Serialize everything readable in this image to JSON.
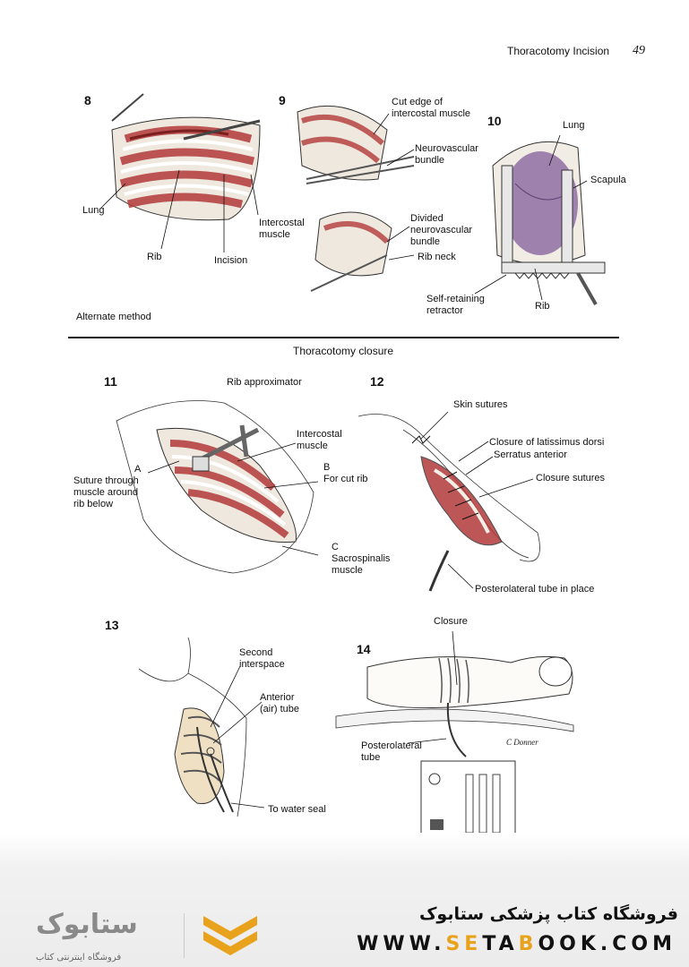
{
  "header": {
    "title": "Thoracotomy Incision",
    "page_number": "49"
  },
  "figures": {
    "fig8": {
      "number": "8",
      "labels": {
        "lung": "Lung",
        "rib": "Rib",
        "incision": "Incision",
        "intercostal": "Intercostal\nmuscle"
      },
      "caption": "Alternate method"
    },
    "fig9": {
      "number": "9",
      "labels": {
        "cut_edge": "Cut edge of\nintercostal muscle",
        "neurovascular": "Neurovascular\nbundle",
        "divided": "Divided\nneurovascular\nbundle",
        "rib_neck": "Rib neck"
      }
    },
    "fig10": {
      "number": "10",
      "labels": {
        "lung": "Lung",
        "scapula": "Scapula",
        "retractor": "Self-retaining\nretractor",
        "rib": "Rib"
      }
    },
    "section_title": "Thoracotomy closure",
    "fig11": {
      "number": "11",
      "labels": {
        "rib_approx": "Rib approximator",
        "intercostal": "Intercostal\nmuscle",
        "a": "A",
        "suture": "Suture through\nmuscle around\nrib below",
        "b": "B",
        "for_cut_rib": "For cut rib",
        "c": "C",
        "sacrospinalis": "Sacrospinalis\nmuscle"
      }
    },
    "fig12": {
      "number": "12",
      "labels": {
        "skin_sutures": "Skin sutures",
        "latissimus": "Closure of latissimus dorsi",
        "serratus": "Serratus anterior",
        "closure_sutures": "Closure sutures",
        "posterolateral": "Posterolateral tube in place"
      }
    },
    "fig13": {
      "number": "13",
      "labels": {
        "second": "Second\ninterspace",
        "anterior": "Anterior\n(air) tube",
        "water_seal": "To water seal"
      }
    },
    "fig14": {
      "number": "14",
      "labels": {
        "closure": "Closure",
        "posterolateral": "Posterolateral\ntube",
        "signature": "C Donner"
      }
    }
  },
  "footer": {
    "store_name": "فروشگاه کتاب پزشکی ستابوک",
    "url_parts": [
      "WWW.",
      "SE",
      "TA",
      "B",
      "OOK.COM"
    ],
    "brand_tagline": "فروشگاه اینترنتی کتاب",
    "brand_logo_text": "ستابوک"
  },
  "colors": {
    "muscle": "#b23a3a",
    "rib": "#f4efe6",
    "lung": "#8f6fa3",
    "accent": "#e9a21b"
  }
}
